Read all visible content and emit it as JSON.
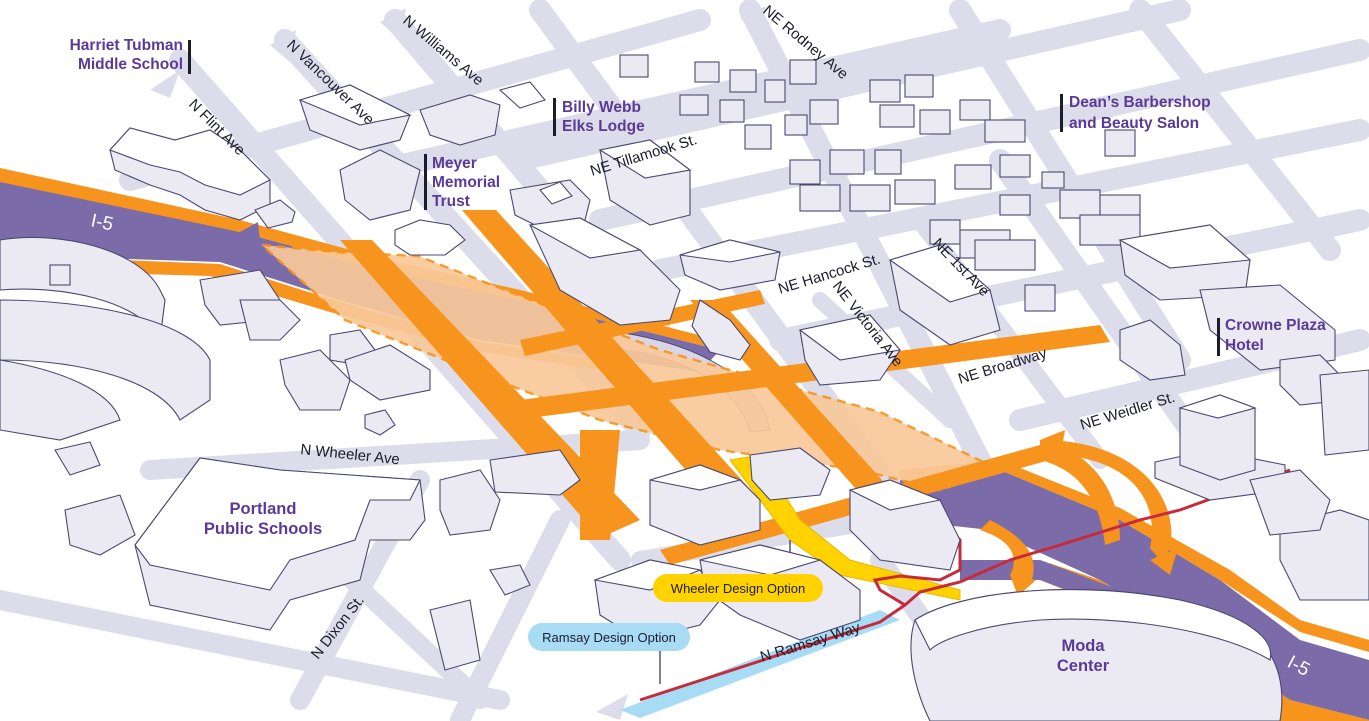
{
  "freeway": {
    "label_left": "I-5",
    "label_right": "I-5"
  },
  "streets": {
    "flint": "N Flint Ave",
    "vancouver": "N Vancouver Ave",
    "williams": "N Williams Ave",
    "rodney": "NE Rodney Ave",
    "tillamook": "NE Tillamook St.",
    "hancock": "NE Hancock St.",
    "victoria": "NE Victoria Ave",
    "first": "NE 1st Ave",
    "broadway": "NE Broadway",
    "weidler": "NE Weidler St.",
    "wheeler": "N Wheeler Ave",
    "dixon": "N Dixon St.",
    "ramsay": "N Ramsay Way"
  },
  "landmarks": {
    "tubman": {
      "line1": "Harriet Tubman",
      "line2": "Middle School"
    },
    "elks": {
      "line1": "Billy Webb",
      "line2": "Elks Lodge"
    },
    "meyer": {
      "line1": "Meyer",
      "line2": "Memorial",
      "line3": "Trust"
    },
    "deans": {
      "line1": "Dean’s Barbershop",
      "line2": "and Beauty Salon"
    },
    "crowne": {
      "line1": "Crowne Plaza",
      "line2": "Hotel"
    },
    "pps": {
      "line1": "Portland",
      "line2": "Public Schools"
    },
    "moda": {
      "line1": "Moda",
      "line2": "Center"
    }
  },
  "design_options": {
    "wheeler": "Wheeler Design Option",
    "ramsay": "Ramsay Design Option"
  },
  "colors": {
    "freeway": "#7b6ba8",
    "highway_cover": "#f7941d",
    "cover_fill": "#f9c99a",
    "wheeler_option": "#ffd200",
    "ramsay_option": "#a8dcf4",
    "red_route": "#c72a3a",
    "label_purple": "#5a3a96",
    "street": "#dddcea"
  }
}
